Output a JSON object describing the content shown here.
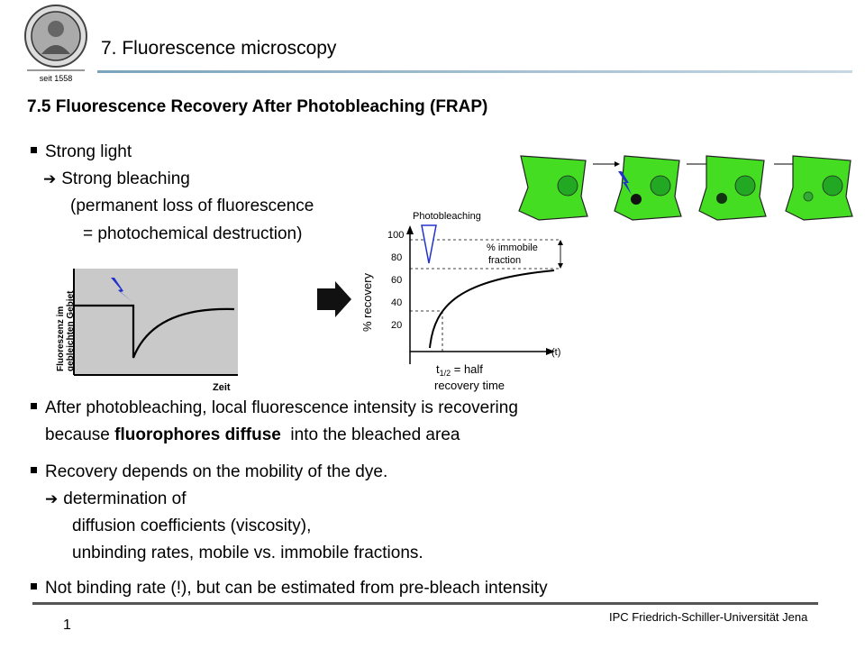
{
  "header": {
    "logo_text": "seit 1558",
    "title": "7. Fluorescence microscopy"
  },
  "section_title": "7.5 Fluorescence Recovery After Photobleaching (FRAP)",
  "intro": {
    "bullet": "Strong light",
    "arrow_line": "Strong bleaching",
    "paren_line": "(permanent loss of fluorescence",
    "eq_line": "= photochemical destruction)"
  },
  "left_plot": {
    "ylabel_line1": "Fluoreszenz im",
    "ylabel_line2": "gebleichten Gebiet",
    "xlabel": "Zeit"
  },
  "right_plot": {
    "ylabel": "% recovery",
    "yticks": [
      "100",
      "80",
      "60",
      "40",
      "20"
    ],
    "xlabel": "(t)",
    "photobleaching_label": "Photobleaching",
    "immobile_line1": "% immobile",
    "immobile_line2": "fraction",
    "thalf_prefix": "t",
    "thalf_sub": "1/2",
    "thalf_suffix": " = half",
    "thalf_line2": "recovery time"
  },
  "bullets": {
    "b1_line1": "After photobleaching, local fluorescence intensity is recovering",
    "b1_line2_pre": "because ",
    "b1_line2_bold": "fluorophores diffuse",
    "b1_line2_post": "  into the bleached area",
    "b2_line1": "Recovery depends on the mobility of the dye.",
    "b2_arrow": "determination of",
    "b2_line3": "diffusion coefficients (viscosity),",
    "b2_line4": "unbinding rates, mobile vs. immobile fractions.",
    "b3_line1": "Not binding rate (!), but can be estimated from pre-bleach intensity"
  },
  "footer": {
    "page_number": "1",
    "institution": "IPC Friedrich-Schiller-Universität  Jena"
  },
  "colors": {
    "cell_green": "#44dd22",
    "nucleus_green": "#22a822",
    "header_rule": "#7aa3bd",
    "bolt_blue": "#2233cc"
  }
}
